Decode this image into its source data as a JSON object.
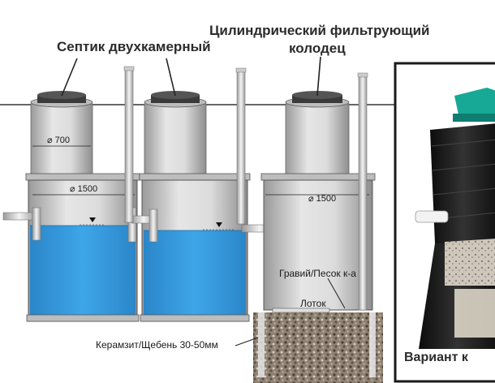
{
  "labels": {
    "septic_title": "Септик двухкамерный",
    "well_title_line1": "Цилиндрический фильтрующий",
    "well_title_line2": "колодец",
    "diam_neck": "⌀ 700",
    "diam_chamber1": "⌀ 1500",
    "diam_well": "⌀ 1500",
    "gravel_sand": "Гравий/Песок к-а",
    "tray": "Лоток",
    "claydite": "Керамзит/Щебень 30-50мм",
    "variant": "Вариант к"
  },
  "colors": {
    "water": "#3a9ee0",
    "concrete": "#d2d2d2",
    "concrete_dark": "#a8a8a8",
    "gravel": "#9a8c7a",
    "frame": "#2a2a2a",
    "well_black": "#1e1e1e",
    "lid_teal": "#1aa89a"
  },
  "icons": {
    "water_level": "triangle-down",
    "leader": "line"
  }
}
